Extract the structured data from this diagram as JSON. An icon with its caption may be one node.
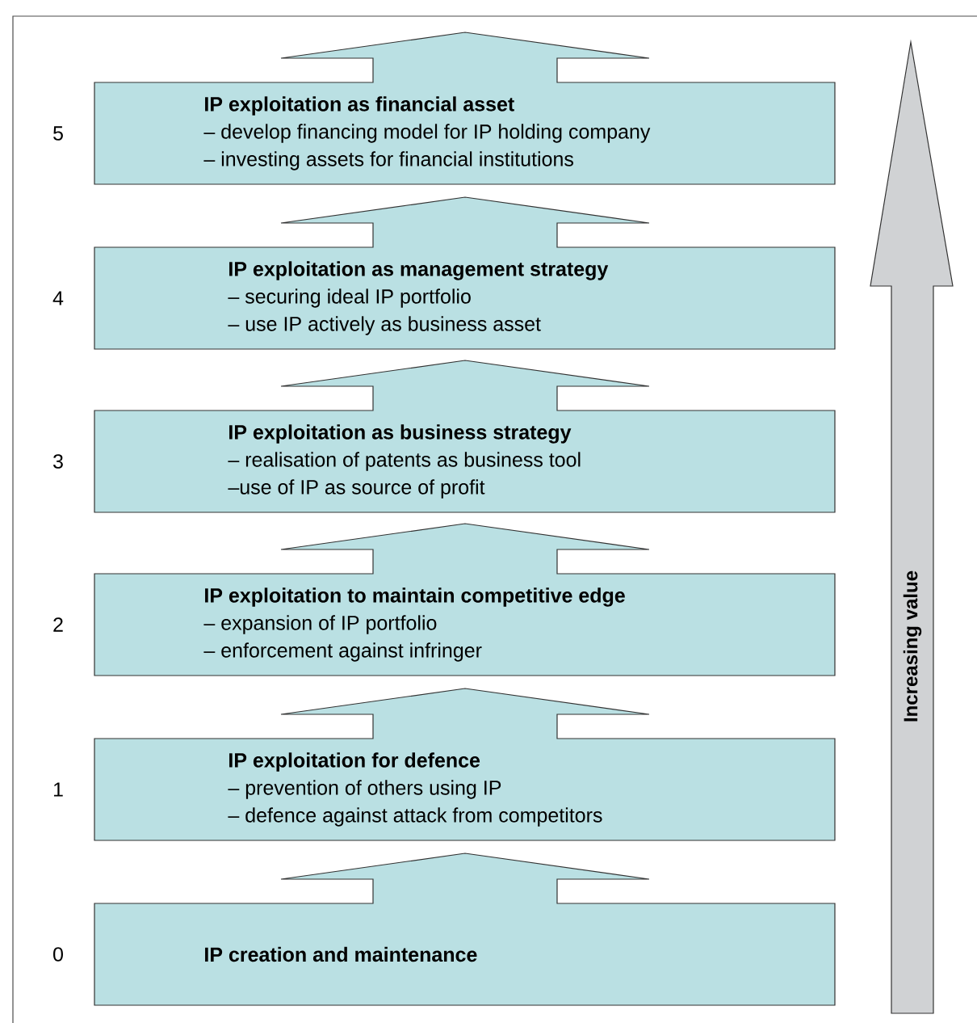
{
  "diagram": {
    "nodes": [
      {
        "text": [
          "IP creation and maintenance"
        ],
        "beside": [
          "0"
        ]
      },
      {
        "text": [
          "IP exploitation for defence",
          "– prevention of others using IP",
          "– defence against attack from competitors"
        ],
        "beside": [
          "1"
        ]
      },
      {
        "text": [
          "IP exploitation to maintain competitive edge",
          "– expansion of IP portfolio",
          "– enforcement against infringer"
        ],
        "beside": [
          "2"
        ]
      },
      {
        "text": [
          "IP exploitation as business strategy",
          "– realisation of patents as business tool",
          "–use of IP as source of profit"
        ],
        "beside": [
          "3"
        ]
      },
      {
        "text": [
          "IP exploitation as management strategy",
          "– securing ideal IP portfolio",
          "– use IP actively as business asset"
        ],
        "beside": [
          "4"
        ]
      },
      {
        "text": [
          "IP exploitation as financial asset",
          "– develop financing model for IP holding company",
          "– investing assets for financial institutions"
        ],
        "beside": [
          "5"
        ]
      },
      {
        "text": [
          "Increasing value"
        ]
      }
    ],
    "edges": []
  }
}
